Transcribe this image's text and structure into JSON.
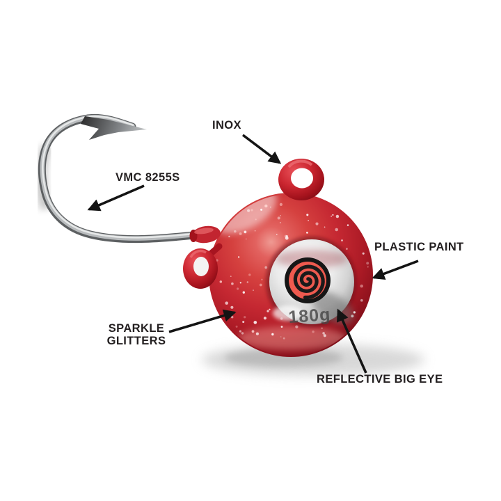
{
  "figure": {
    "background": "#ffffff",
    "weight_label": "180g",
    "callouts": {
      "inox": "INOX",
      "hook_model": "VMC 8255S",
      "plastic_paint": "PLASTIC PAINT",
      "sparkle_glitters": "SPARKLE GLITTERS",
      "reflective_big_eye": "REFLECTIVE BIG EYE"
    },
    "colors": {
      "body_red": "#c32630",
      "body_red_dark": "#7a0f18",
      "eye_pupil_red": "#ee5a4f",
      "eye_silver": "#d9d9d9",
      "hook_steel": "#9aa0a3",
      "label_text": "#231f20",
      "arrow_black": "#141414"
    }
  }
}
